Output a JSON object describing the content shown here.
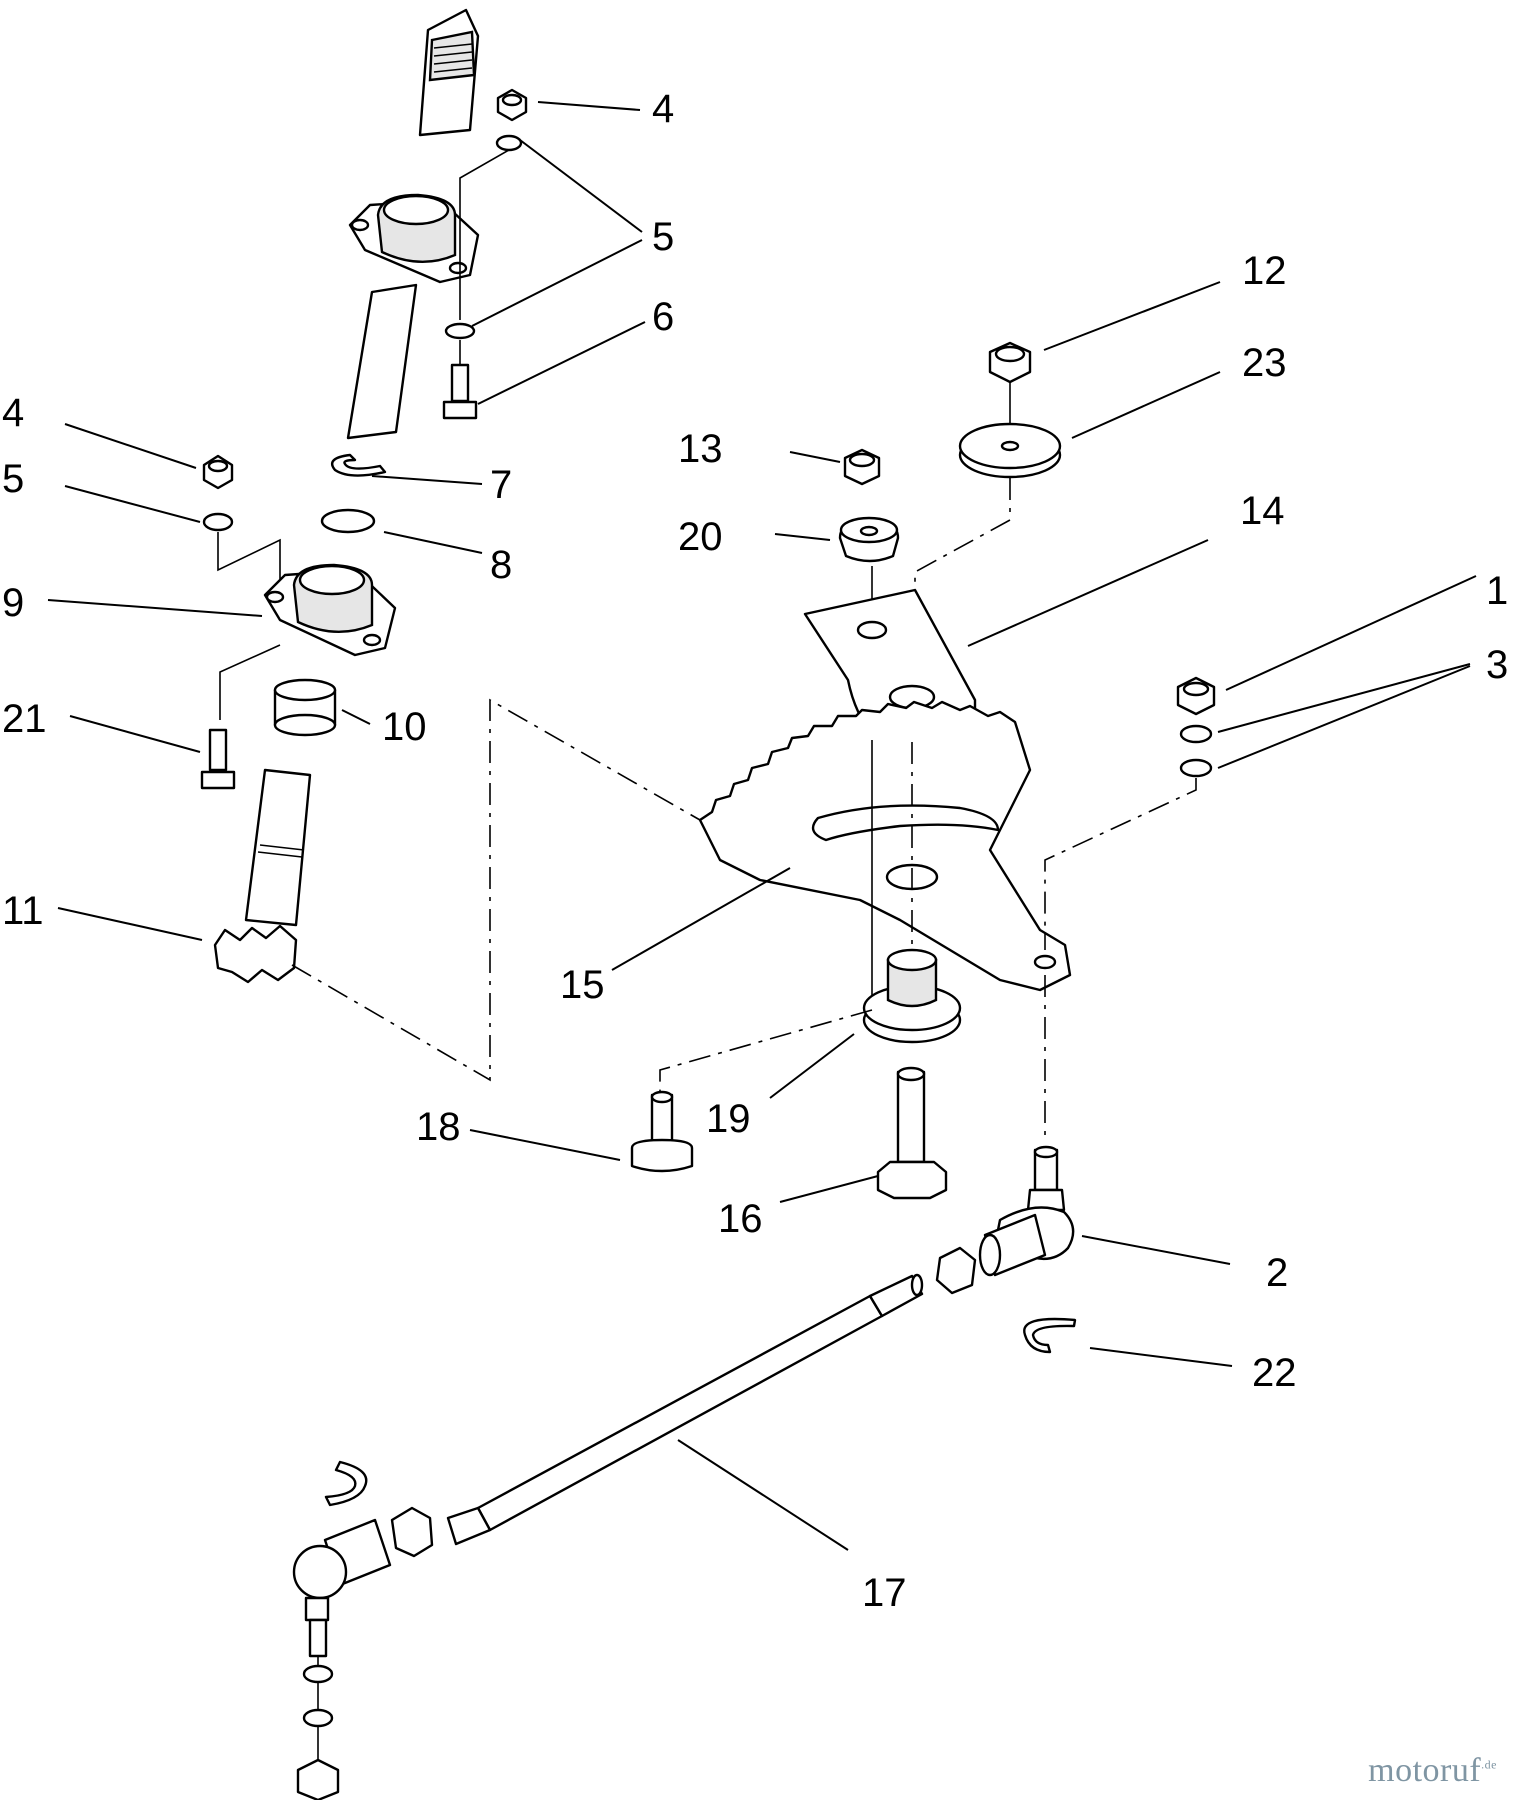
{
  "diagram": {
    "callouts": [
      "4",
      "5",
      "6",
      "4",
      "5",
      "9",
      "21",
      "7",
      "8",
      "10",
      "11",
      "12",
      "23",
      "13",
      "20",
      "14",
      "1",
      "3",
      "15",
      "19",
      "18",
      "16",
      "2",
      "22",
      "17"
    ]
  },
  "watermark": {
    "brand": "motoruf",
    "suffix": ".de"
  }
}
